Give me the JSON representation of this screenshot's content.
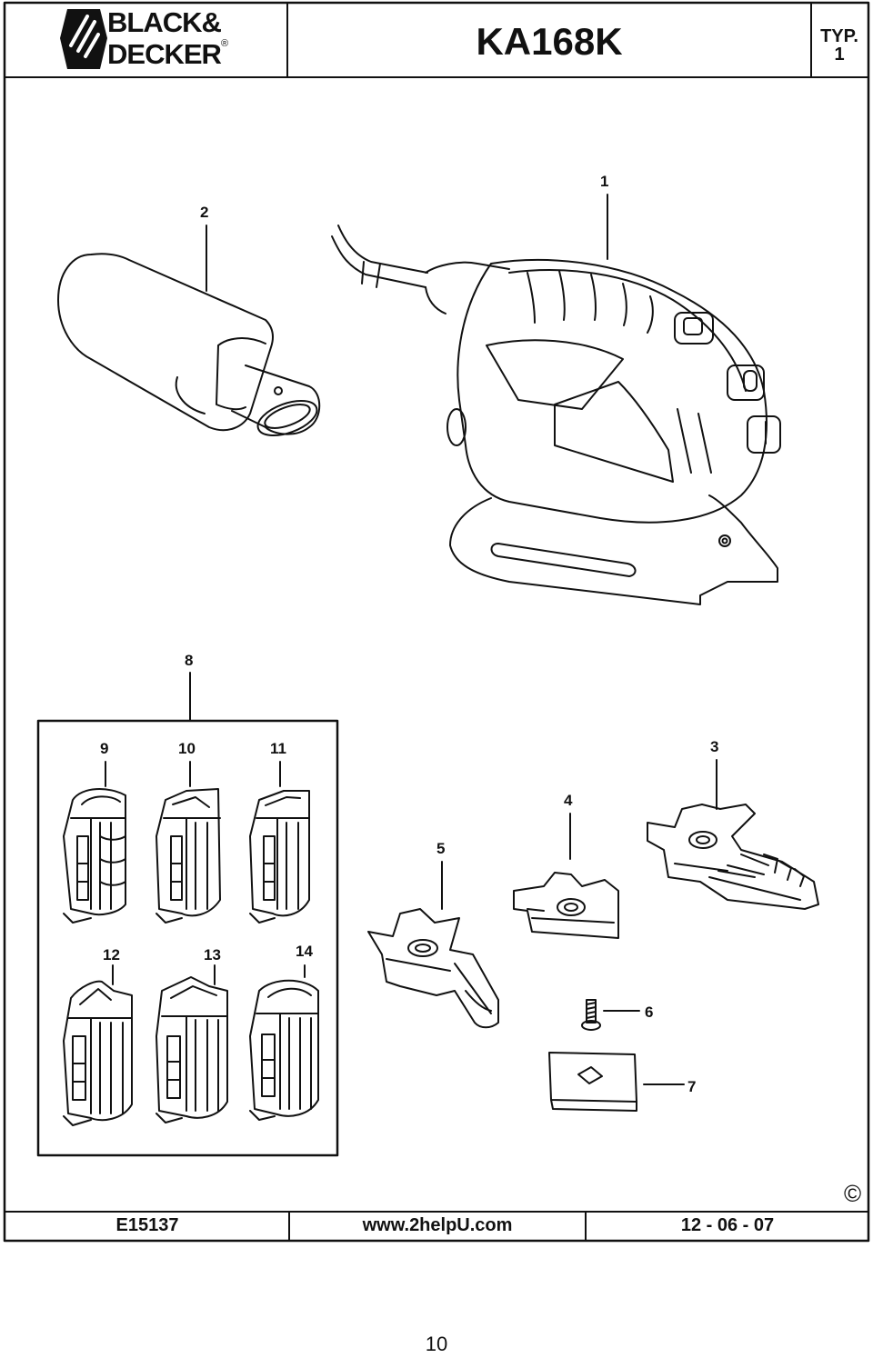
{
  "header": {
    "brand_line1": "BLACK&",
    "brand_line2": "DECKER",
    "brand_registered": "®",
    "model": "KA168K",
    "type_label": "TYP.",
    "type_number": "1"
  },
  "callouts": {
    "c1": "1",
    "c2": "2",
    "c3": "3",
    "c4": "4",
    "c5": "5",
    "c6": "6",
    "c7": "7",
    "c8": "8",
    "c9": "9",
    "c10": "10",
    "c11": "11",
    "c12": "12",
    "c13": "13",
    "c14": "14"
  },
  "footer": {
    "code": "E15137",
    "url": "www.2helpU.com",
    "date": "12 - 06 - 07",
    "copyright": "©"
  },
  "page_number": "10"
}
